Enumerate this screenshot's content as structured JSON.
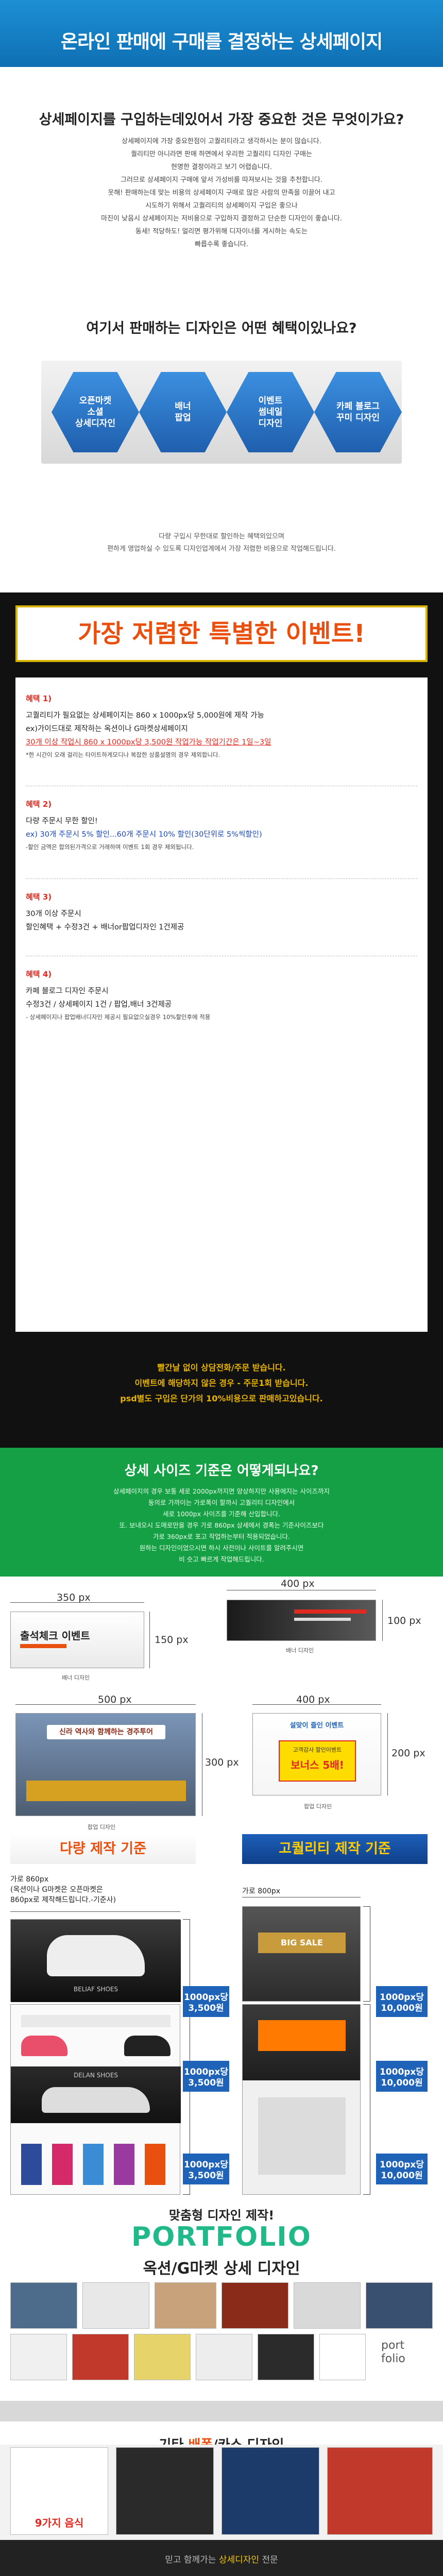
{
  "header": {
    "title": "온라인 판매에 구매를 결정하는 상세페이지"
  },
  "intro": {
    "question": "상세페이지를 구입하는데있어서 가장 중요한 것은 무엇이가요?",
    "paragraph": [
      "상세페이지에 가장 중요한점이 고퀄리티라고 생각하시는 분이 많습니다.",
      "퀄리티만 아니라면 판매 하면에서 우리한 고퀄리티 디자인 구매는",
      "현명한 결정이라고 보기 어렵습니다.",
      "그러므로 상세페이지 구매에 앞서 가성비를 따져보시는 것을 추천합니다.",
      "웃해! 판매하는데 맞는 비용의 상세페이지 구매로 많은 사람의 만족을 이끌어 내고",
      "시도하기 위해서 고퀄리티의 상세페이지 구입은 좋으나",
      "마진이 낮음시 상세페이지는 저비용으로 구입하지 결정하고 단순한 디자인이 좋습니다.",
      "동세! 적당하도! 얼리면 평가위해 디자이너를 게시하는 속도는",
      "빠릅수록 좋습니다."
    ],
    "question2": "여기서 판매하는 디자인은 어떤 혜택이있나요?",
    "hexagons": [
      "오픈마켓\n소셜\n상세디자인",
      "배너\n팝업",
      "이벤트\n썸네일\n디자인",
      "카페 블로그\n꾸미 디자인"
    ],
    "note": [
      "다량 구입시 무한대로 할인하는 혜택외있으며",
      "편하게 영업하실 수 있도록 디자인업계에서 가장 저렴한 비용으로 작업해드립니다."
    ]
  },
  "event": {
    "heading": "가장 저렴한 특별한 이벤트!",
    "benefits": [
      {
        "label": "혜택 1)",
        "lines": [
          {
            "text": "고퀄리티가 필요없는 상세페이지는 860 x 1000px당 5,000원에 제작 가능",
            "style": ""
          },
          {
            "text": "ex)가이드대로 제작하는 옥션이나 G마켓상세페이지",
            "style": ""
          },
          {
            "text": "30개 이상 작업시 860 x 1000px당 3,500원 작업가능 작업기간은 1일~3일",
            "style": "red u"
          },
          {
            "text": "*한 시간이 오래 걸리는 타이트하게모디나 복잡한 상품설명의 경우 제외합니다.",
            "style": "small"
          }
        ]
      },
      {
        "label": "혜택 2)",
        "lines": [
          {
            "text": "다량 주문시 무한 할인!",
            "style": ""
          },
          {
            "text": "ex) 30개 주문시 5% 할인...60개 주문시 10% 할인(30단위로 5%씩할인)",
            "style": "blue"
          },
          {
            "text": "-할인 금액은 합의된가격으로 거래하며 이벤트 1회 경우 제외됩니다.",
            "style": "small"
          }
        ]
      },
      {
        "label": "혜택 3)",
        "lines": [
          {
            "text": "30개 이상 주문시",
            "style": ""
          },
          {
            "text": "할인혜택 + 수정3건 + 배너or팝업디자인 1건제공",
            "style": ""
          }
        ]
      },
      {
        "label": "혜택 4)",
        "lines": [
          {
            "text": "카페 블로그 디자인 주문시",
            "style": ""
          },
          {
            "text": "수정3건 / 상세페이지 1건 / 팝업,배너 3건제공",
            "style": ""
          },
          {
            "text": "- 상세페이지나 팝업배너디자인 제공시 필요없으실경우 10%할인후에 적용",
            "style": "small"
          }
        ]
      }
    ],
    "callout": [
      "빨간날 없이 상담전화/주문 받습니다.",
      "이벤트에 해당하지 않은 경우 - 주문1회 받습니다.",
      "psd별도 구입은 단가의 10%비용으로 판매하고있습니다."
    ]
  },
  "guide": {
    "title": "상세 사이즈 기준은 어떻게되나요?",
    "paragraph": [
      "상세페이지의 경우 보통 세로 2000px까지면 양상하지만 사용에지는 사이즈까지",
      "동의로 가까이는 가로폭이 할까시 고퀄리티 디자인에서",
      "세로 1000px 사이즈를 기준해 산입합니다.",
      "또. 보내오시 도매로만을 경우 가로 860px 상세에서 경폭는 기준사이즈보다",
      "가로 360px로 포고 작업하는부터 적용되었습니다.",
      "원하는 디자인이었으시면 하시 사전이나 사이트를 알려주시면",
      "비 슷고 빠르게 작업해드립니다."
    ],
    "banner1": {
      "width": "350 px",
      "height": "150 px",
      "text": "출석체크 이벤트",
      "caption": "배너 디자인"
    },
    "banner2": {
      "width": "400 px",
      "height": "100 px",
      "caption": "배너 디자인"
    },
    "popup1": {
      "width": "500 px",
      "height": "300 px",
      "text": "신라 역사와 함께하는 경주투어",
      "caption": "팝업 디자인"
    },
    "popup2": {
      "width": "400 px",
      "height": "200 px",
      "title": "설맞이 즐인 이벤트",
      "sub": "고객감사 할인이벤트",
      "big": "보너스 5배!",
      "caption": "팝업 디자인"
    },
    "ribbons": [
      "다량 제작 기준",
      "고퀄리티 제작 기준"
    ]
  },
  "compare": {
    "left_label": "가로 860px\n(옥션이나 G마켓은 오픈마켓은\n860px로 제작해드립니다.-기준사)",
    "right_label": "가로 800px",
    "left_badges": [
      "1000px당\n3,500원",
      "1000px당\n3,500원",
      "1000px당\n3,500원"
    ],
    "right_badges": [
      "1000px당\n10,000원",
      "1000px당\n10,000원",
      "1000px당\n10,000원"
    ],
    "left_title1": "BELIAF SHOES",
    "left_title2": "DELAN SHOES",
    "right_title": "BIG SALE"
  },
  "portfolio": {
    "intro": "맞춤형 디자인 제작!",
    "title": "PORTFOLIO",
    "sub": "옥션/G마켓 상세 디자인",
    "logo": "port\nfolio",
    "title2_a": "기타 ",
    "title2_b": "배폭",
    "title2_c": "/카스 디자인",
    "food_text": "9가지 음식"
  },
  "footer": {
    "text_a": "믿고 함께가는 ",
    "text_b": "상세디자인",
    "text_c": " 전문"
  }
}
